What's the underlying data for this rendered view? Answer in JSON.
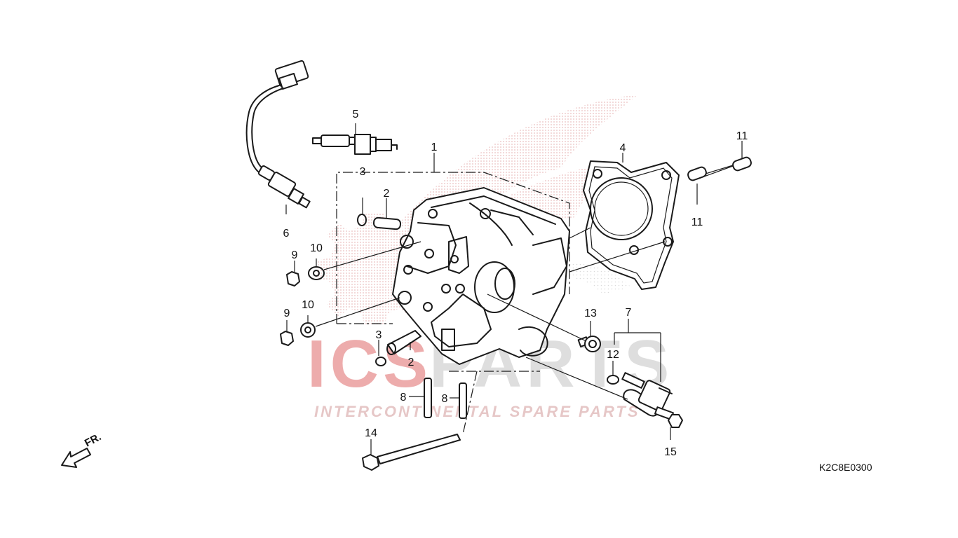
{
  "diagram_code": "K2C8E0300",
  "front_label": "FR.",
  "watermark": {
    "brand_left": "ICS",
    "brand_right": "PARTS",
    "tagline": "INTERCONTINENTAL SPARE PARTS"
  },
  "colors": {
    "line": "#1a1a1a",
    "watermark_red": "#e07070",
    "watermark_grey": "#c8c8c8"
  },
  "callouts": [
    "1",
    "2",
    "2",
    "3",
    "3",
    "4",
    "5",
    "6",
    "7",
    "8",
    "8",
    "9",
    "9",
    "10",
    "10",
    "11",
    "11",
    "12",
    "13",
    "14",
    "15"
  ]
}
